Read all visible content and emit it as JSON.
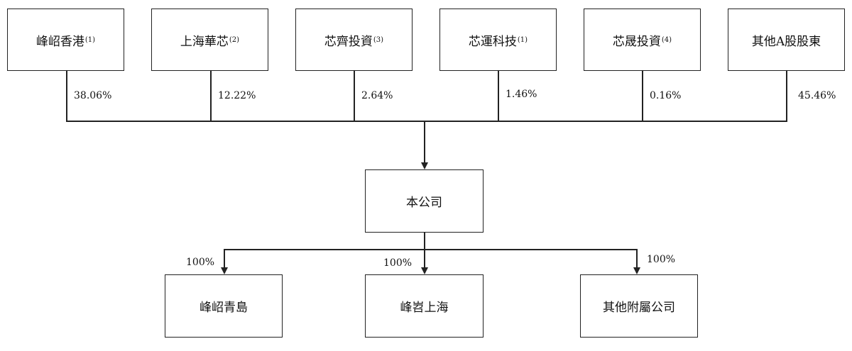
{
  "shareholders": [
    {
      "name": "峰岹香港",
      "note": "(1)",
      "pct": "38.06%"
    },
    {
      "name": "上海華芯",
      "note": "(2)",
      "pct": "12.22%"
    },
    {
      "name": "芯齊投資",
      "note": "(3)",
      "pct": "2.64%"
    },
    {
      "name": "芯運科技",
      "note": "(1)",
      "pct": "1.46%"
    },
    {
      "name": "芯晟投資",
      "note": "(4)",
      "pct": "0.16%"
    },
    {
      "name": "其他A股股東",
      "note": "",
      "pct": "45.46%"
    }
  ],
  "company": {
    "name": "本公司"
  },
  "subsidiaries": [
    {
      "name": "峰岹青島",
      "pct": "100%"
    },
    {
      "name": "峰岧上海",
      "pct": "100%"
    },
    {
      "name": "其他附屬公司",
      "pct": "100%"
    }
  ]
}
